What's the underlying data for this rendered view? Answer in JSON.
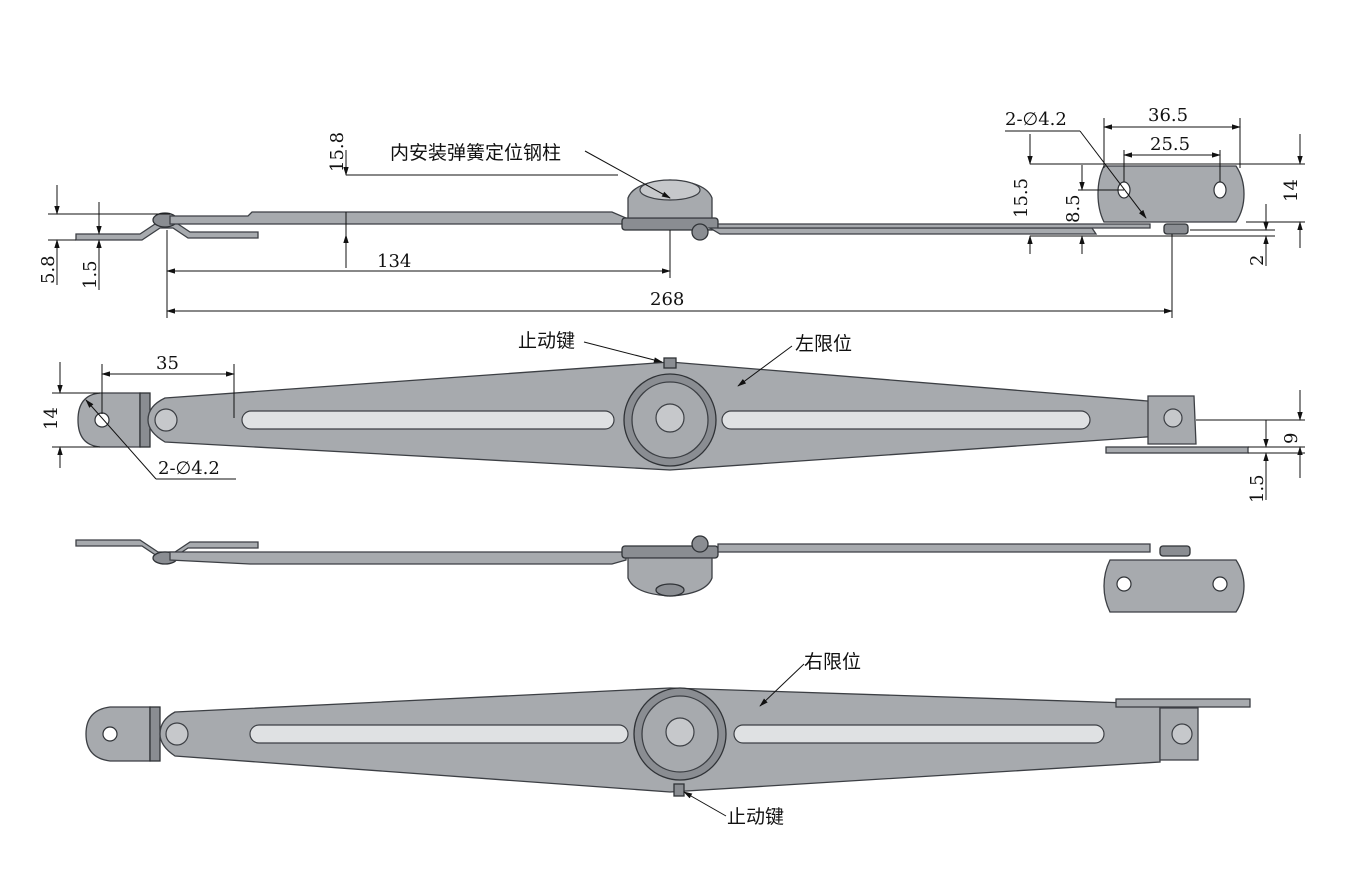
{
  "labels": {
    "spring_pin": "内安装弹簧定位钢柱",
    "stop_key_top": "止动键",
    "left_limit": "左限位",
    "right_limit": "右限位",
    "stop_key_bottom": "止动键"
  },
  "dimensions": {
    "d_15_8": "15.8",
    "d_5_8": "5.8",
    "d_1_5_top": "1.5",
    "d_134": "134",
    "d_268": "268",
    "d_hole_top": "2-∅4.2",
    "d_36_5": "36.5",
    "d_25_5": "25.5",
    "d_15_5": "15.5",
    "d_8_5": "8.5",
    "d_14_right": "14",
    "d_2": "2",
    "d_35": "35",
    "d_14_left": "14",
    "d_hole_left": "2-∅4.2",
    "d_9": "9",
    "d_1_5_right": "1.5"
  },
  "colors": {
    "metal": "#a7aaae",
    "metal_dark": "#8a8d92",
    "outline": "#3c3f44",
    "dimension": "#111111"
  }
}
